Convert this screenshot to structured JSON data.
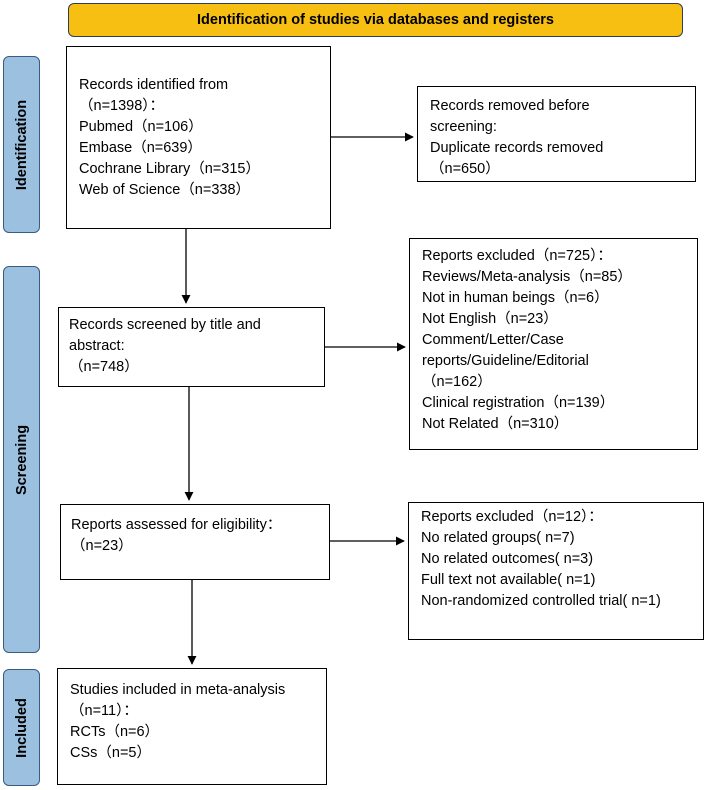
{
  "header": "Identification of studies via databases and registers",
  "phases": {
    "identification": "Identification",
    "screening": "Screening",
    "included": "Included"
  },
  "boxes": {
    "records_identified": [
      "Records identified from",
      "（n=1398）：",
      "Pubmed（n=106）",
      "Embase（n=639）",
      "Cochrane Library（n=315）",
      "Web of Science（n=338）"
    ],
    "records_removed": [
      "Records removed before",
      "screening:",
      "Duplicate records removed",
      "（n=650）"
    ],
    "records_screened": [
      "Records screened by title and",
      "abstract:",
      "（n=748）"
    ],
    "reports_excluded_1": [
      "Reports excluded（n=725）：",
      "Reviews/Meta-analysis（n=85）",
      "Not in human beings（n=6）",
      "Not English（n=23）",
      "Comment/Letter/Case",
      "reports/Guideline/Editorial",
      "（n=162）",
      "Clinical registration（n=139）",
      "Not Related（n=310）"
    ],
    "reports_assessed": [
      "Reports assessed for eligibility：",
      "（n=23）"
    ],
    "reports_excluded_2": [
      "Reports excluded（n=12）：",
      "No related groups( n=7)",
      "No related outcomes( n=3)",
      "Full text not available( n=1)",
      "Non-randomized controlled trial( n=1)"
    ],
    "studies_included": [
      "Studies included in meta-analysis",
      "（n=11）：",
      "RCTs（n=6）",
      "CSs（n=5）"
    ]
  },
  "colors": {
    "header_fill": "#f7bf11",
    "phase_fill": "#9cc0e0"
  }
}
